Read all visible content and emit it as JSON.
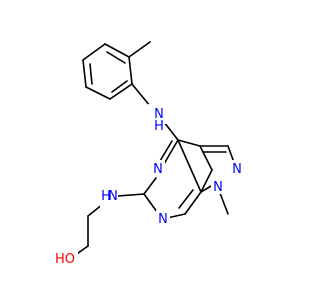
{
  "molecule": {
    "colors": {
      "carbon_bond": "#000000",
      "nitrogen": "#0000ff",
      "oxygen": "#ff0000",
      "background": "#ffffff"
    },
    "atoms": {
      "nh_top": "N",
      "h_top": "H",
      "n_pyrimidine_top": "N",
      "n_pyrazole": "N",
      "nh_bottom": "N",
      "h_bottom": "H",
      "n_pyrimidine_bottom": "N",
      "n_methyl": "N",
      "ho": "HO"
    }
  }
}
